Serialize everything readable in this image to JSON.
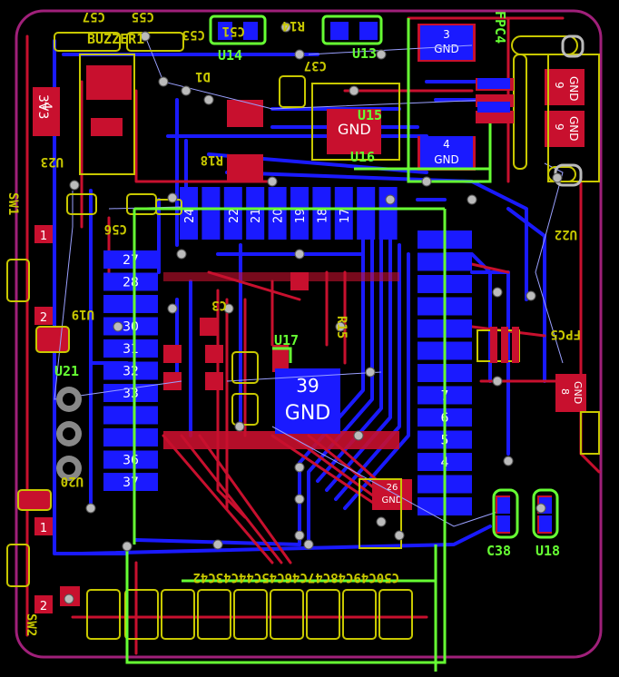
{
  "colors": {
    "background": "#000000",
    "top_copper": "#c8102e",
    "bottom_copper": "#1a1aff",
    "silk_top": "#c8c800",
    "silk_green": "#66ff33",
    "outline": "#a0207a",
    "courtyard": "#8a6a00",
    "pad_text": "#ffffff",
    "ratsnest": "#9aa0ff"
  },
  "labels": {
    "buzzer": "BUZZER1",
    "u14": "U14",
    "u13": "U13",
    "u15": "U15",
    "u16": "U16",
    "u17": "U17",
    "u18": "U18",
    "c38": "C38",
    "u21": "U21",
    "u23": "U23",
    "u22": "U22",
    "u19": "U19",
    "u20": "U20",
    "sw1": "SW1",
    "sw2": "SW2",
    "fpc4": "FPC4",
    "fpc5": "FPC5",
    "c57": "C57",
    "c55": "C55",
    "c53": "C53",
    "c51": "C51",
    "c56": "C56",
    "c37": "C37",
    "c3": "C3",
    "r18": "R18",
    "r14": "R14",
    "r15": "R15",
    "d1": "D1",
    "bottom_caps": "C50C49C48C47C46C45C44C43C42"
  },
  "pads": {
    "v3v3_num": "4",
    "v3v3_name": "3V3",
    "pad3_num": "3",
    "pad3_name": "GND",
    "pad4_num": "4",
    "pad4_name": "GND",
    "pad9a_num": "9",
    "pad9a_name": "GND",
    "pad9b_num": "9",
    "pad9b_name": "GND",
    "pad8_num": "8",
    "pad8_name": "GND",
    "pad26_num": "26",
    "pad26_name": "GND",
    "center_num": "39",
    "center_name": "GND",
    "gnd_mid": "GND",
    "sw_pin1a": "1",
    "sw_pin2a": "2",
    "sw_pin1b": "1",
    "sw_pin2b": "2"
  },
  "top_pins": [
    "24",
    "",
    "22",
    "21",
    "20",
    "19",
    "18",
    "17",
    "",
    ""
  ],
  "left_pins": [
    "27",
    "28",
    "",
    "30",
    "31",
    "32",
    "33",
    "",
    "",
    "36",
    "37"
  ],
  "right_pins": [
    "",
    "",
    "",
    "",
    "",
    "",
    "",
    "7",
    "6",
    "5",
    "4",
    "",
    ""
  ]
}
